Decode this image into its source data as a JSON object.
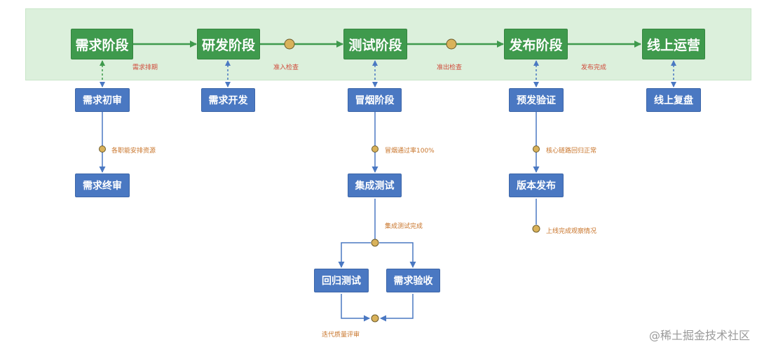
{
  "stages": {
    "requirement": "需求阶段",
    "development": "研发阶段",
    "testing": "测试阶段",
    "release": "发布阶段",
    "online": "线上运营"
  },
  "tasks": {
    "req_initial": "需求初审",
    "req_final": "需求终审",
    "req_dev": "需求开发",
    "smoke": "冒烟阶段",
    "integration": "集成测试",
    "regression": "回归测试",
    "acceptance": "需求验收",
    "pre_release": "预发验证",
    "version_release": "版本发布",
    "online_review": "线上复盘"
  },
  "labels": {
    "req_schedule": "需求排期",
    "entry_check": "准入检查",
    "exit_check": "准出检查",
    "release_done": "发布完成",
    "resources": "各职能安排资源",
    "smoke_pass": "冒烟通过率100%",
    "integration_done": "集成测试完成",
    "iteration_review": "迭代质量评审",
    "core_link": "核心链路回归正常",
    "observe": "上线完成观察情况"
  },
  "watermark": "@稀土掘金技术社区",
  "colors": {
    "stage_green": "#3f9a4d",
    "band_green": "#dcf0dc",
    "task_blue": "#4a78c2",
    "checkpoint_yellow": "#d9b25a",
    "label_red": "#d04a3a",
    "label_orange": "#c8742a"
  }
}
